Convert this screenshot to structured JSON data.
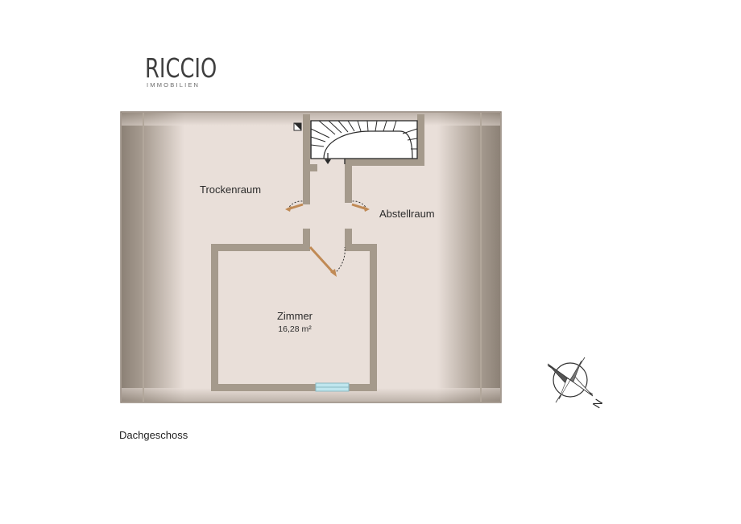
{
  "brand": {
    "name": "RICCIO",
    "subtitle": "IMMOBILIEN"
  },
  "floor_plan": {
    "caption": "Dachgeschoss",
    "rooms": {
      "trockenraum": {
        "label": "Trockenraum"
      },
      "abstellraum": {
        "label": "Abstellraum"
      },
      "zimmer": {
        "label": "Zimmer",
        "area": "16,28 m²"
      }
    },
    "compass": {
      "north_label": "N"
    },
    "colors": {
      "wall": "#a59a8c",
      "floor": "#e9dfd9",
      "roof": "#8f8478",
      "door": "#c08a55",
      "window": "#bfe6ee"
    }
  }
}
